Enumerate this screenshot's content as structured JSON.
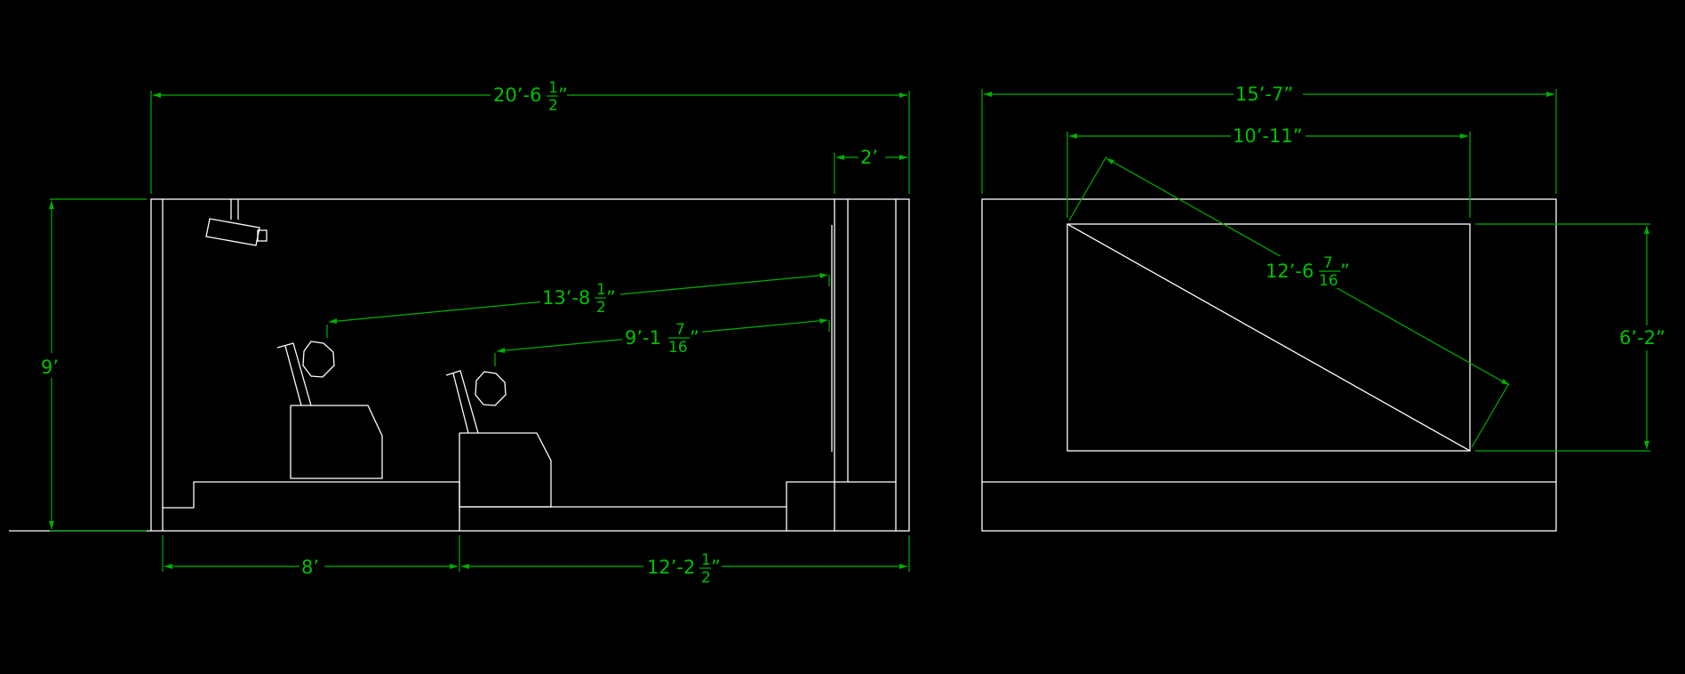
{
  "colors": {
    "background": "#000000",
    "geometry": "#ffffff",
    "dimension": "#00b000"
  },
  "section_view": {
    "overall_length": {
      "main": "20’-6",
      "num": "1",
      "den": "2",
      "tail": "”"
    },
    "right_wall_thickness": "2’",
    "ceiling_height": "9’",
    "rear_riser_depth": "8’",
    "front_length": {
      "main": "12’-2",
      "num": "1",
      "den": "2",
      "tail": "”"
    },
    "rear_viewing_distance": {
      "main": "13’-8",
      "num": "1",
      "den": "2",
      "tail": "”"
    },
    "front_viewing_distance": {
      "main": "9’-1",
      "num": "7",
      "den": "16",
      "tail": "”"
    }
  },
  "elevation_view": {
    "overall_width": "15’-7”",
    "screen_width": "10’-11”",
    "screen_diagonal": {
      "main": "12’-6",
      "num": "7",
      "den": "16",
      "tail": "”"
    },
    "screen_height": "6’-2”"
  }
}
